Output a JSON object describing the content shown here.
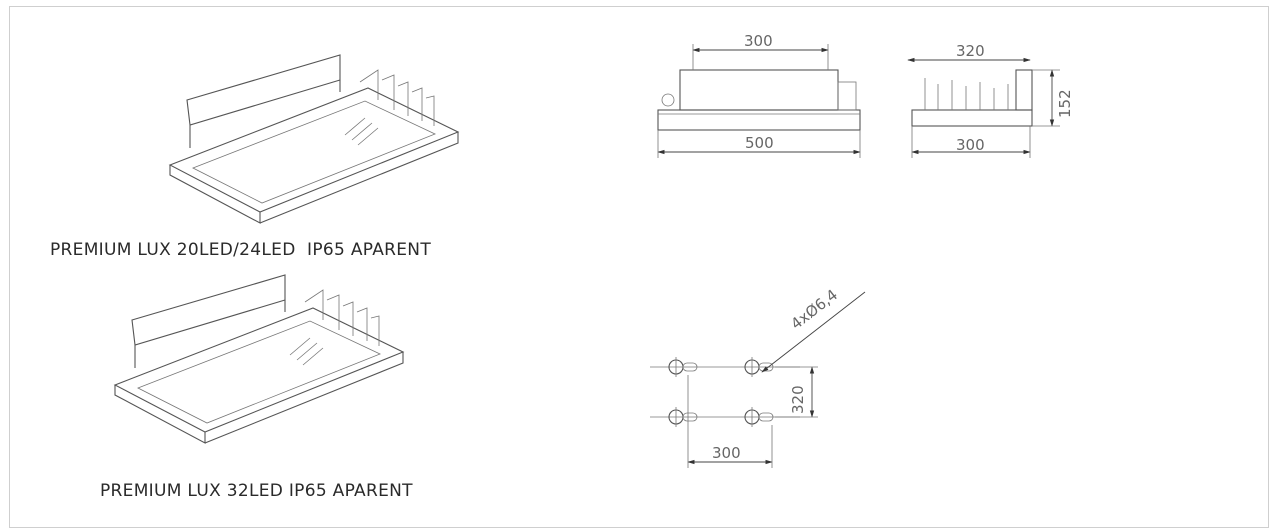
{
  "products": [
    {
      "caption": "PREMIUM LUX 20LED/24LED  IP65 APARENT"
    },
    {
      "caption": "PREMIUM LUX 32LED IP65 APARENT"
    }
  ],
  "front_view": {
    "top_width": "300",
    "base_width": "500"
  },
  "side_view": {
    "top_width": "320",
    "height": "152",
    "base_width": "300"
  },
  "mounting_plan": {
    "holes": "4xØ6,4",
    "vertical_spacing": "320",
    "horizontal_spacing": "300"
  },
  "colors": {
    "line": "#555555",
    "text": "#2a2a2a",
    "border": "#cfcfcf"
  }
}
